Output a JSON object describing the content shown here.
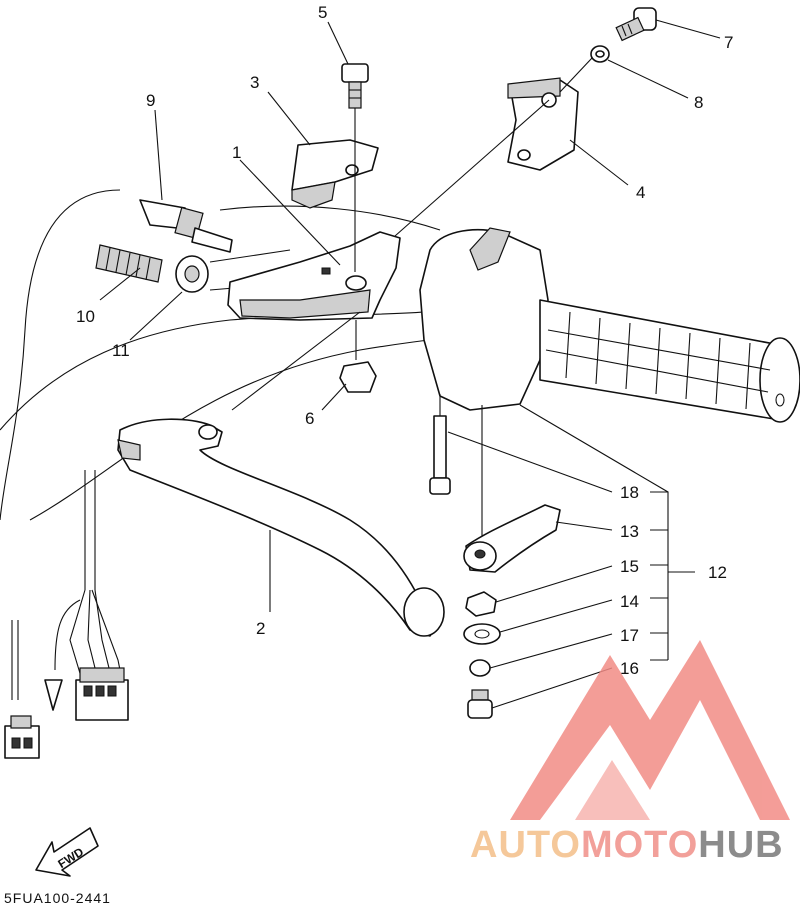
{
  "diagram": {
    "callouts": [
      {
        "id": "1",
        "text": "1"
      },
      {
        "id": "2",
        "text": "2"
      },
      {
        "id": "3",
        "text": "3"
      },
      {
        "id": "4",
        "text": "4"
      },
      {
        "id": "5",
        "text": "5"
      },
      {
        "id": "6",
        "text": "6"
      },
      {
        "id": "7",
        "text": "7"
      },
      {
        "id": "8",
        "text": "8"
      },
      {
        "id": "9",
        "text": "9"
      },
      {
        "id": "10",
        "text": "10"
      },
      {
        "id": "11",
        "text": "11"
      },
      {
        "id": "12",
        "text": "12"
      },
      {
        "id": "13",
        "text": "13"
      },
      {
        "id": "14",
        "text": "14"
      },
      {
        "id": "15",
        "text": "15"
      },
      {
        "id": "16",
        "text": "16"
      },
      {
        "id": "17",
        "text": "17"
      },
      {
        "id": "18",
        "text": "18"
      }
    ],
    "direction_arrow": "FWD",
    "document_code": "5FUA100-2441"
  },
  "watermark": {
    "brand_part1": "AUTO",
    "brand_part2": "MOTO",
    "brand_part3": "HUB",
    "colors": {
      "auto": "#f5c89a",
      "moto": "#f2a09a",
      "hub": "#8c8c8c",
      "triangle": "#f28c86"
    }
  }
}
